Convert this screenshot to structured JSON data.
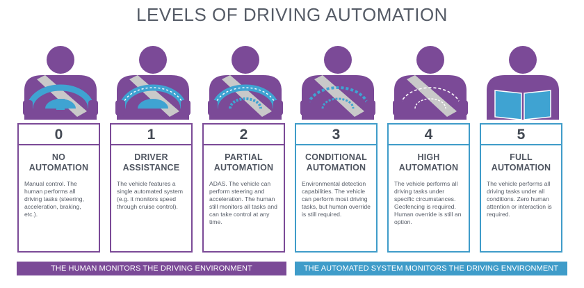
{
  "title": "LEVELS OF DRIVING AUTOMATION",
  "colors": {
    "human": "#7b4a97",
    "auto": "#3f9cc9",
    "text": "#555b66"
  },
  "levels": [
    {
      "number": "0",
      "name_line1": "NO",
      "name_line2": "AUTOMATION",
      "description": "Manual control. The human performs all driving tasks (steering, acceleration, braking, etc.).",
      "group": "human",
      "icon": "driver-solid-wheel-icon"
    },
    {
      "number": "1",
      "name_line1": "DRIVER",
      "name_line2": "ASSISTANCE",
      "description": "The vehicle features a single automated system (e.g. it monitors speed through cruise control).",
      "group": "human",
      "icon": "driver-dotted-wheel-icon"
    },
    {
      "number": "2",
      "name_line1": "PARTIAL",
      "name_line2": "AUTOMATION",
      "description": "ADAS. The vehicle can perform steering and acceleration. The human still monitors all tasks and can take control at any time.",
      "group": "human",
      "icon": "driver-dotted-wheel-icon"
    },
    {
      "number": "3",
      "name_line1": "CONDITIONAL",
      "name_line2": "AUTOMATION",
      "description": "Environmental detection capabilities. The vehicle can perform most driving tasks, but human override is still required.",
      "group": "auto",
      "icon": "driver-dotted-wheel-icon"
    },
    {
      "number": "4",
      "name_line1": "HIGH",
      "name_line2": "AUTOMATION",
      "description": "The vehicle performs all driving tasks under specific circumstances. Geofencing is required. Human override is still an option.",
      "group": "auto",
      "icon": "driver-outline-wheel-icon"
    },
    {
      "number": "5",
      "name_line1": "FULL",
      "name_line2": "AUTOMATION",
      "description": "The vehicle performs all driving tasks under all conditions. Zero human attention or interaction is required.",
      "group": "auto",
      "icon": "driver-reading-book-icon"
    }
  ],
  "footer": {
    "human": "THE HUMAN MONITORS THE DRIVING ENVIRONMENT",
    "auto": "THE AUTOMATED SYSTEM MONITORS THE DRIVING ENVIRONMENT"
  }
}
